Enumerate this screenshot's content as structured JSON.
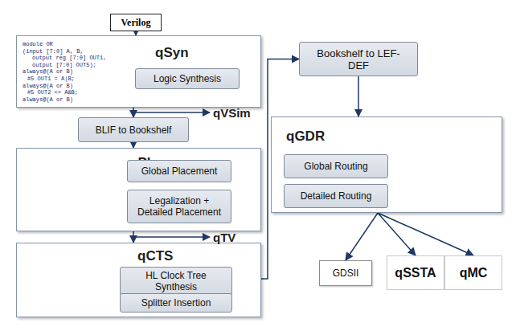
{
  "diagram": {
    "nodes": [
      {
        "text": [
          "Verilog"
        ]
      },
      {
        "text": [
          "qSyn"
        ]
      },
      {
        "text": [
          "Logic Synthesis"
        ],
        "in": 1
      },
      {
        "text": [
          "BLIF to Bookshelf"
        ]
      },
      {
        "text": [
          "qPlace"
        ]
      },
      {
        "text": [
          "Global Placement"
        ],
        "in": 4
      },
      {
        "text": [
          "Legalization + Detailed Placement"
        ],
        "in": 4
      },
      {
        "text": [
          "qCTS"
        ]
      },
      {
        "text": [
          "HL Clock Tree Synthesis"
        ],
        "in": 7
      },
      {
        "text": [
          "Splitter Insertion"
        ],
        "in": 7
      },
      {
        "text": [
          "Bookshelf to LEF-DEF"
        ]
      },
      {
        "text": [
          "qGDR"
        ]
      },
      {
        "text": [
          "Global Routing"
        ],
        "in": 11
      },
      {
        "text": [
          "Detailed Routing"
        ],
        "in": 11
      },
      {
        "text": [
          "GDSII"
        ]
      },
      {
        "text": [
          "qSSTA"
        ]
      },
      {
        "text": [
          "qMC"
        ]
      }
    ],
    "edges": [
      {
        "from": 0,
        "to": 1,
        "arrow": "to"
      },
      {
        "from": 1,
        "to": 3,
        "arrow": "to"
      },
      {
        "from": 3,
        "to": 4,
        "arrow": "to"
      },
      {
        "from": 4,
        "to": 7,
        "arrow": "to"
      },
      {
        "from": 7,
        "to": 10,
        "arrow": "to"
      },
      {
        "from": 10,
        "to": 11,
        "arrow": "to"
      },
      {
        "from": 11,
        "to": 14,
        "arrow": "to"
      },
      {
        "from": 11,
        "to": 15,
        "arrow": "to"
      },
      {
        "from": 11,
        "to": 16,
        "arrow": "to"
      }
    ],
    "labels": [
      "module OR",
      "(input [7:0] A, B,",
      "output reg [7:0] OUT1,",
      "output [7:0] OUT5);",
      "always@(A or B)",
      "#5 OUT1 = A|B;",
      "always@(A or B)",
      "#5 OUT2 <= A&B;",
      "always@(A or B)",
      "qVSim",
      "qTV"
    ]
  }
}
